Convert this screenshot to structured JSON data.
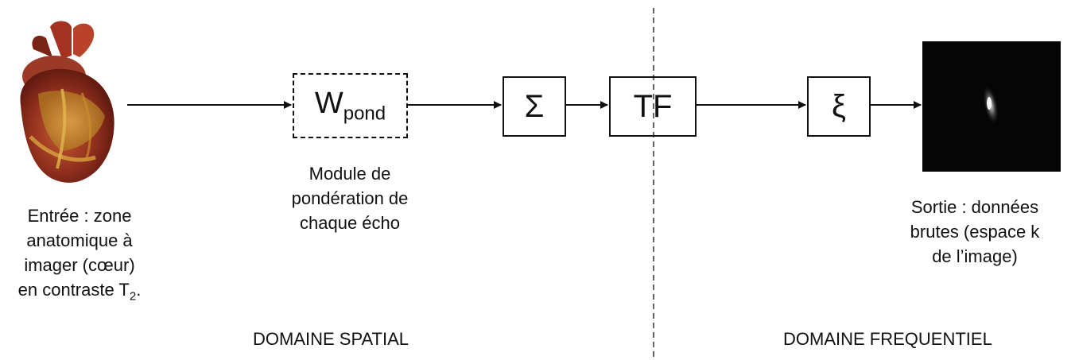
{
  "nodes": {
    "weighting": {
      "main": "W",
      "subscript": "pond"
    },
    "sum": {
      "label": "Σ"
    },
    "fourier": {
      "label": "TF"
    },
    "xi": {
      "label": "ξ"
    }
  },
  "captions": {
    "input": {
      "line1": "Entrée : zone",
      "line2": "anatomique à",
      "line3": "imager (cœur)",
      "line4_prefix": "en contraste T",
      "line4_sub": "2",
      "line4_suffix": "."
    },
    "weighting": {
      "line1": "Module de",
      "line2": "pondération de",
      "line3": "chaque écho"
    },
    "output": {
      "line1": "Sortie : données",
      "line2": "brutes (espace k",
      "line3": "de l’image)"
    }
  },
  "domains": {
    "spatial": "DOMAINE SPATIAL",
    "frequency": "DOMAINE FREQUENTIEL"
  },
  "images": {
    "input": "heart-icon",
    "output": "kspace-image"
  },
  "colors": {
    "line": "#111111",
    "heart_dark": "#6b1e14",
    "heart_mid": "#b5452b",
    "heart_fat": "#d6a13c",
    "kspace_bg": "#050505"
  }
}
